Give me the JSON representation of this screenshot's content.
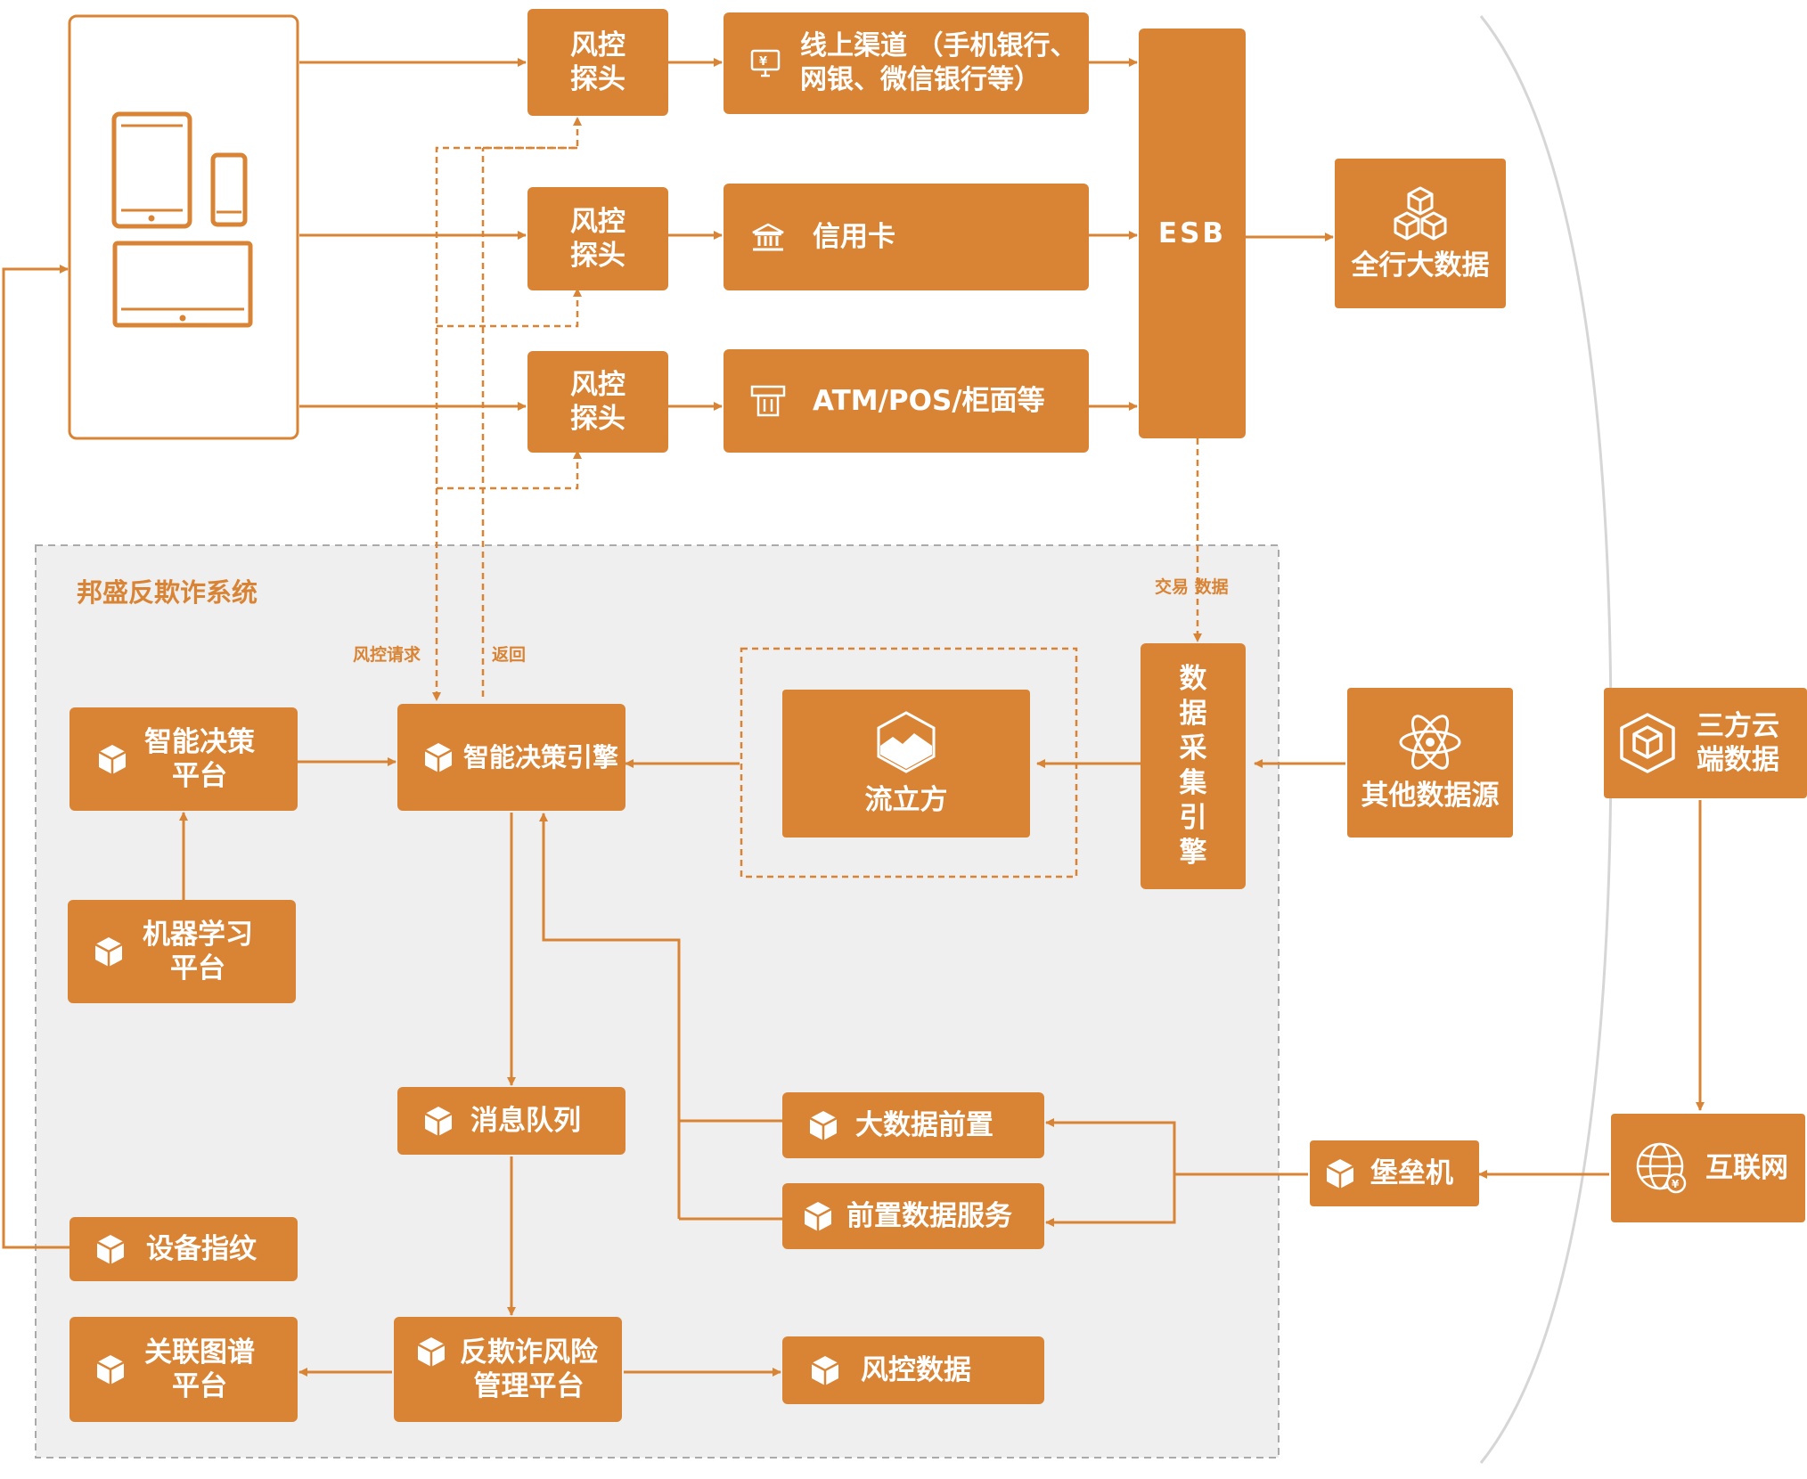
{
  "colors": {
    "accent": "#d98435",
    "panel": "#efefef",
    "panel_border": "#aaaaaa",
    "arc": "#d6d6d6"
  },
  "system": {
    "title": "邦盛反欺诈系统"
  },
  "probes": {
    "probe_label": "风控\n探头"
  },
  "channels": {
    "online": "线上渠道 （手机银行、\n网银、微信银行等）",
    "credit_card": "信用卡",
    "atm_pos": "ATM/POS/柜面等"
  },
  "esb": {
    "label": "ESB"
  },
  "bigdata_all": {
    "label": "全行大数据"
  },
  "flows": {
    "trade_data": "交易  数据",
    "risk_request": "风控请求",
    "return": "返回"
  },
  "modules": {
    "decision_platform": "智能决策\n平台",
    "decision_engine": "智能决策引擎",
    "flow_cube": "流立方",
    "collect_engine": "数\n据\n采\n集\n引\n擎",
    "other_sources": "其他数据源",
    "third_party": "三方云\n端数据",
    "ml_platform": "机器学习\n平台",
    "message_queue": "消息队列",
    "bigdata_front": "大数据前置",
    "front_service": "前置数据服务",
    "bastion": "堡垒机",
    "internet": "互联网",
    "device_fp": "设备指纹",
    "graph_platform": "关联图谱\n平台",
    "risk_platform": "反欺诈风险\n管理平台",
    "risk_data": "风控数据"
  },
  "icons": {
    "devices": "tablet-phone-monitor-icon",
    "cube": "cube-icon",
    "online": "monitor-yen-icon",
    "bank": "bank-icon",
    "atm": "atm-icon",
    "boxes": "stacked-boxes-icon",
    "atom": "atom-icon",
    "flowcube": "hexagon-mountain-icon",
    "globe": "globe-icon"
  }
}
